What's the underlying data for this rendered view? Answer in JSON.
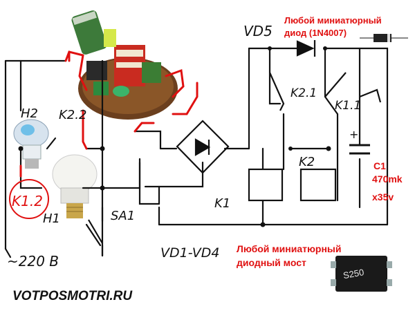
{
  "labels": {
    "vd5": "VD5",
    "diode_note_line1": "Любой миниатюрный",
    "diode_note_line2": "диод (1N4007)",
    "k21": "K2.1",
    "k11": "K1.1",
    "h2": "H2",
    "k22": "K2.2",
    "k12": "K1.2",
    "h1": "H1",
    "sa1": "SA1",
    "k1": "K1",
    "k2": "K2",
    "c1_name": "C1",
    "c1_value": "470mk",
    "c1_voltage": "x35v",
    "vd1_vd4": "VD1-VD4",
    "bridge_note_line1": "Любой миниатюрный",
    "bridge_note_line2": "диодный мост",
    "mains": "~220 В",
    "plus": "+",
    "chip_marking": "S250",
    "watermark": "VOTPOSMOTRI.RU"
  },
  "colors": {
    "wire": "#111111",
    "red_wire": "#e01010",
    "note_text": "#e01010"
  }
}
